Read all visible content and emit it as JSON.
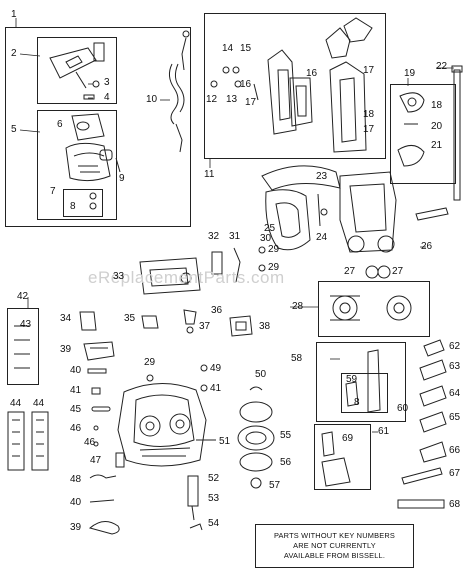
{
  "labels": [
    "1",
    "2",
    "3",
    "4",
    "5",
    "6",
    "7",
    "8",
    "9",
    "10",
    "11",
    "12",
    "13",
    "14",
    "15",
    "16",
    "17",
    "17",
    "16",
    "17",
    "18",
    "19",
    "18",
    "20",
    "21",
    "22",
    "23",
    "24",
    "25",
    "26",
    "27",
    "27",
    "28",
    "29",
    "29",
    "29",
    "30",
    "31",
    "32",
    "33",
    "34",
    "35",
    "36",
    "37",
    "38",
    "39",
    "40",
    "41",
    "42",
    "43",
    "44",
    "44",
    "45",
    "46",
    "46",
    "47",
    "48",
    "40",
    "39",
    "49",
    "41",
    "50",
    "51",
    "52",
    "53",
    "54",
    "55",
    "56",
    "57",
    "58",
    "59",
    "8",
    "60",
    "61",
    "62",
    "63",
    "64",
    "65",
    "66",
    "67",
    "68",
    "69"
  ],
  "note": {
    "line1": "PARTS WITHOUT KEY NUMBERS",
    "line2": "ARE NOT CURRENTLY",
    "line3": "AVAILABLE FROM BISSELL."
  },
  "watermark": "eReplacementParts.com"
}
